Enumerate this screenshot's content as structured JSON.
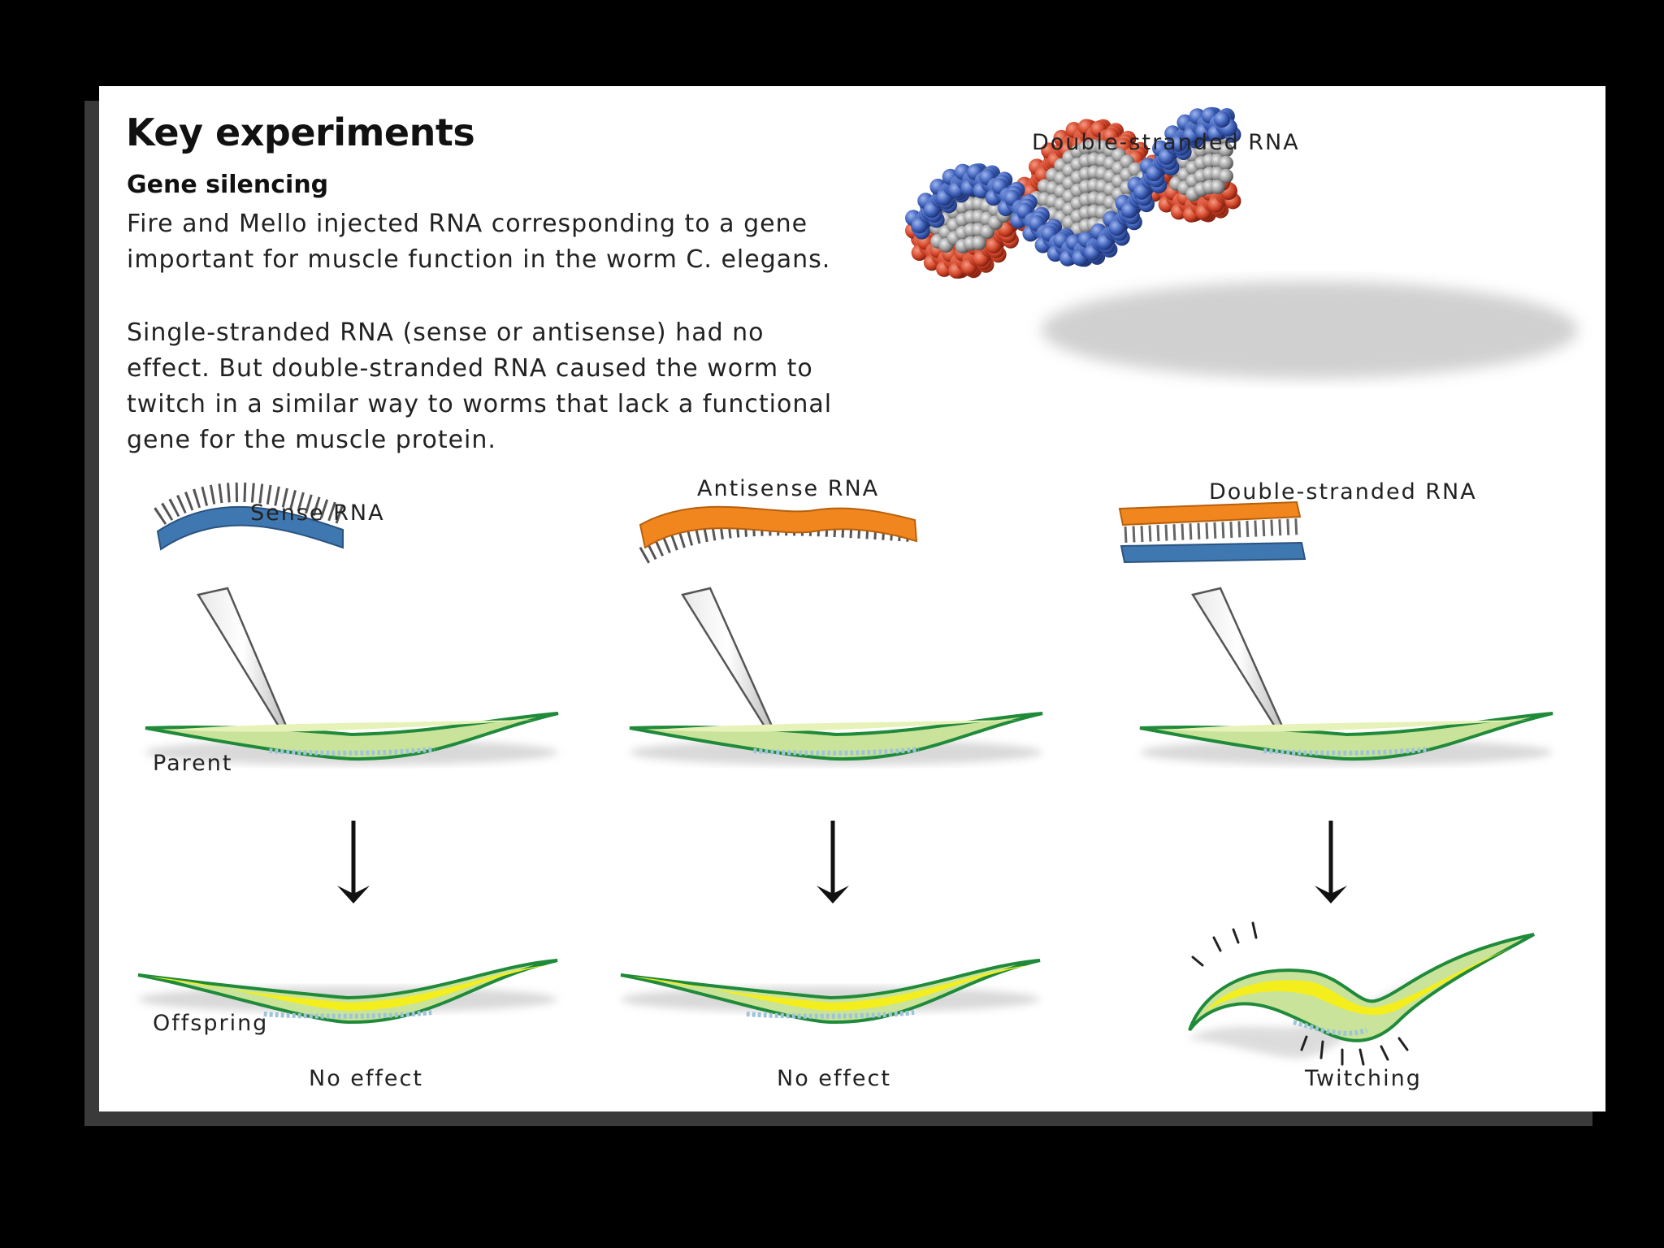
{
  "header": {
    "title": "Key experiments",
    "subtitle": "Gene silencing",
    "paragraph1": [
      "Fire and Mello injected RNA corresponding to a gene",
      "important for muscle function in the worm C. elegans."
    ],
    "paragraph2": [
      "Single-stranded RNA (sense or antisense) had no",
      "effect. But double-stranded RNA caused the worm to",
      "twitch in a similar way to worms that lack a functional",
      "gene for the muscle protein."
    ],
    "molecule_label": "Double-stranded RNA"
  },
  "labels": {
    "parent": "Parent",
    "offspring": "Offspring"
  },
  "columns": [
    {
      "rna_label": "Sense RNA",
      "result": "No effect"
    },
    {
      "rna_label": "Antisense RNA",
      "result": "No effect"
    },
    {
      "rna_label": "Double-stranded RNA",
      "result": "Twitching"
    }
  ],
  "colors": {
    "sense_strand": "#3f78b0",
    "antisense_strand": "#f2861e",
    "worm_outline": "#1f8a3a",
    "worm_body": "#c9e39a",
    "worm_yellow": "#f4ee1c",
    "molecule_red": "#d2452a",
    "molecule_blue": "#3d5fb8",
    "molecule_gray": "#9a9a9a"
  }
}
